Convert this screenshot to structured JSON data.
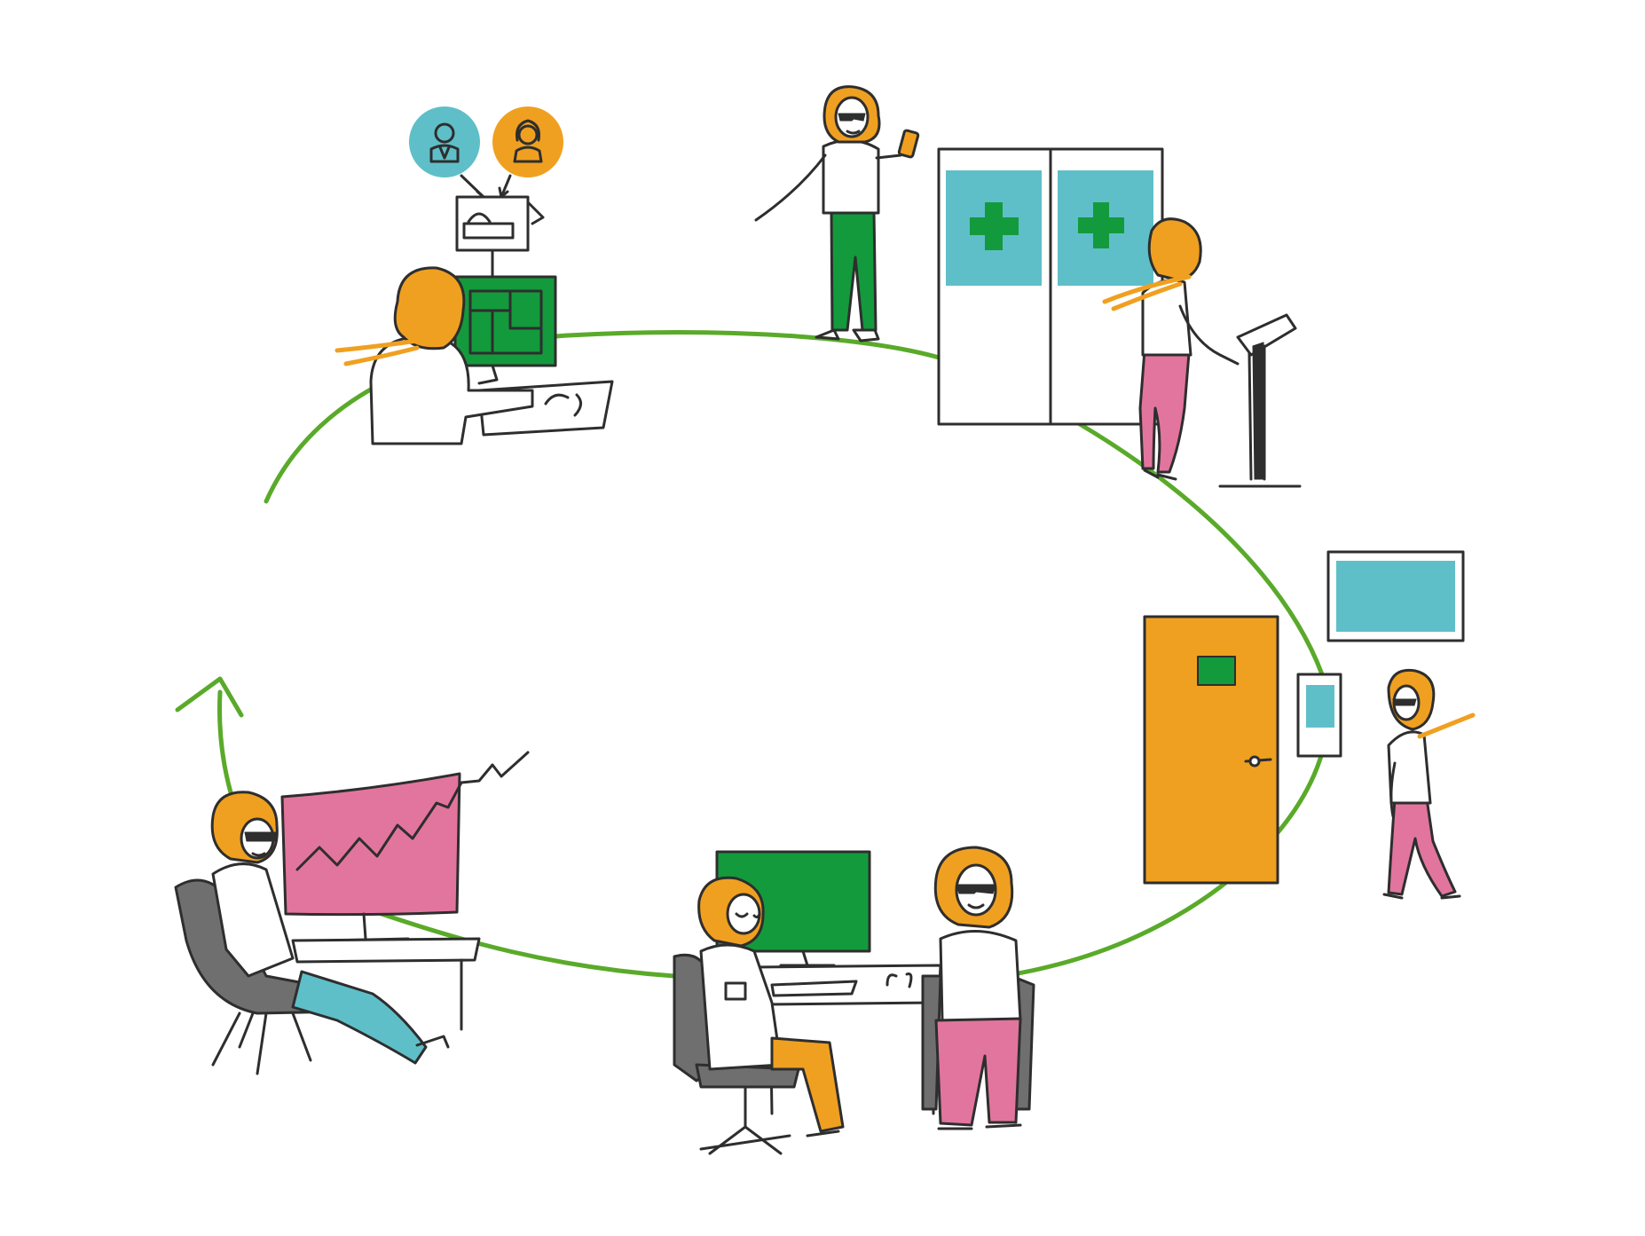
{
  "colors": {
    "loop": "#5aaa2a",
    "hair": "#f0a020",
    "skin": "#ffffff",
    "ink": "#2e2e2e",
    "teal": "#5fbfc8",
    "green": "#139a3c",
    "pink": "#e2759d",
    "orange": "#f0a020",
    "gray": "#6f6f6f"
  },
  "icons": {
    "doctor_avatar": "doctor-avatar-icon",
    "patient_avatar": "patient-avatar-icon",
    "pharmacy_cross": "green-cross-icon",
    "trend_chart": "rising-trend-icon"
  },
  "scenes": [
    {
      "id": "online-booking",
      "icon": "computer-workstation-icon"
    },
    {
      "id": "arrival-with-phone",
      "icon": "smartphone-icon"
    },
    {
      "id": "check-in-kiosk",
      "icon": "kiosk-icon"
    },
    {
      "id": "waiting-room-door",
      "icon": "door-icon"
    },
    {
      "id": "consultation",
      "icon": "desk-computer-icon"
    },
    {
      "id": "follow-up-analytics",
      "icon": "analytics-monitor-icon"
    }
  ]
}
